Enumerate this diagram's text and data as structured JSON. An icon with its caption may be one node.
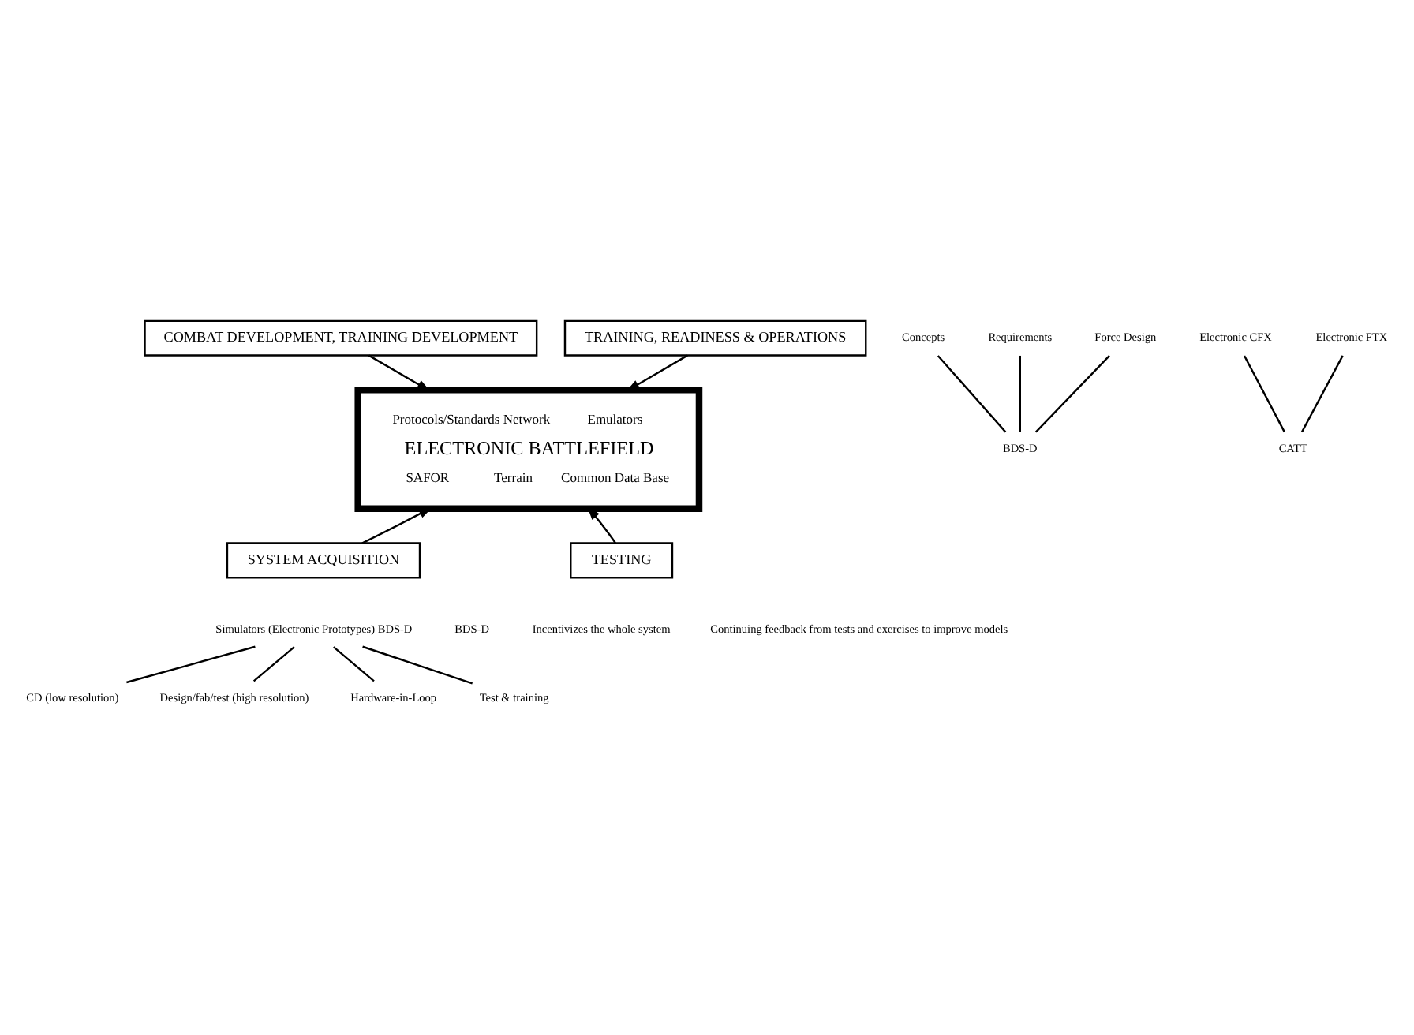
{
  "diagram": {
    "nodes": [
      {
        "text": [
          "COMBAT DEVELOPMENT, TRAINING DEVELOPMENT"
        ]
      },
      {
        "text": [
          "TRAINING, READINESS & OPERATIONS"
        ]
      },
      {
        "text": [
          "Concepts"
        ]
      },
      {
        "text": [
          "Requirements"
        ]
      },
      {
        "text": [
          "Force Design"
        ]
      },
      {
        "text": [
          "BDS-D"
        ]
      },
      {
        "text": [
          "Electronic CFX"
        ]
      },
      {
        "text": [
          "Electronic FTX"
        ]
      },
      {
        "text": [
          "CATT"
        ]
      },
      {
        "text": [
          "Protocols/Standards Network",
          "Emulators",
          "ELECTRONIC BATTLEFIELD",
          "SAFOR",
          "Terrain",
          "Common Data Base"
        ]
      },
      {
        "text": [
          "SYSTEM ACQUISITION"
        ]
      },
      {
        "text": [
          "TESTING"
        ]
      },
      {
        "text": [
          "Simulators (Electronic Prototypes) BDS-D"
        ]
      },
      {
        "text": [
          "CD (low resolution)"
        ]
      },
      {
        "text": [
          "Design/fab/test (high resolution)"
        ]
      },
      {
        "text": [
          "Hardware-in-Loop"
        ]
      },
      {
        "text": [
          "Test & training"
        ]
      }
    ],
    "edges": [
      {
        "from": 0,
        "to": 9,
        "arrow": "to"
      },
      {
        "from": 1,
        "to": 9,
        "arrow": "to"
      },
      {
        "from": 2,
        "to": 5,
        "arrow": "none"
      },
      {
        "from": 3,
        "to": 5,
        "arrow": "none"
      },
      {
        "from": 4,
        "to": 5,
        "arrow": "none"
      },
      {
        "from": 6,
        "to": 8,
        "arrow": "none"
      },
      {
        "from": 7,
        "to": 8,
        "arrow": "none"
      },
      {
        "from": 10,
        "to": 9,
        "arrow": "to"
      },
      {
        "from": 11,
        "to": 9,
        "arrow": "to"
      },
      {
        "from": 12,
        "to": 13,
        "arrow": "none"
      },
      {
        "from": 12,
        "to": 14,
        "arrow": "none"
      },
      {
        "from": 12,
        "to": 15,
        "arrow": "none"
      },
      {
        "from": 12,
        "to": 16,
        "arrow": "none"
      }
    ],
    "labels": [
      "BDS-D",
      "Incentivizes the whole system",
      "Continuing feedback from tests and exercises to improve models"
    ]
  }
}
